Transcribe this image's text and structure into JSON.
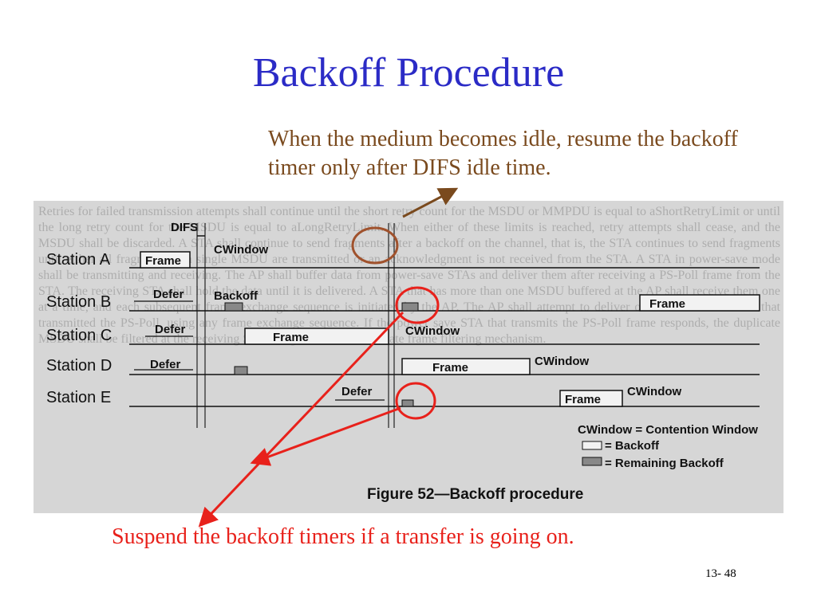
{
  "slide": {
    "title": "Backoff Procedure",
    "note_top": "When the medium becomes idle, resume the backoff timer only after DIFS idle time.",
    "note_bottom": "Suspend the backoff timers if a transfer is going on.",
    "slide_number": "13- 48"
  },
  "figure": {
    "caption": "Figure 52—Backoff procedure",
    "difs_label": "DIFS",
    "stations": [
      {
        "name": "Station A"
      },
      {
        "name": "Station B"
      },
      {
        "name": "Station C"
      },
      {
        "name": "Station D"
      },
      {
        "name": "Station E"
      }
    ],
    "labels": {
      "frame": "Frame",
      "cwindow": "CWindow",
      "defer": "Defer",
      "backoff": "Backoff"
    },
    "legend": {
      "contention": "CWindow = Contention Window",
      "backoff": "= Backoff",
      "remaining": "= Remaining Backoff"
    }
  },
  "colors": {
    "title": "#2b2bc6",
    "note_top": "#7a4a1e",
    "annotation": "#e8211b",
    "circle_brown": "#a0522d"
  }
}
